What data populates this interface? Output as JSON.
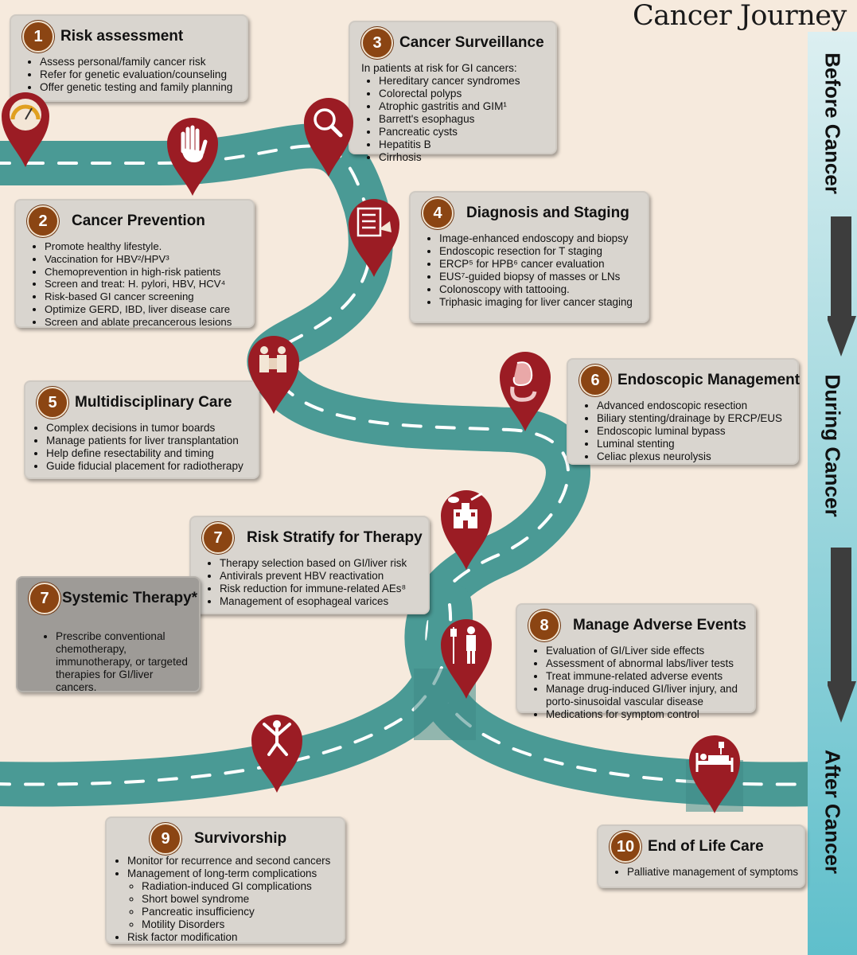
{
  "title": "Cancer Journey",
  "phases": [
    "Before Cancer",
    "During Cancer",
    "After Cancer"
  ],
  "colors": {
    "background": "#f6eadd",
    "road": "#4a9a95",
    "pin": "#9b1c24",
    "badge": "#8b4513",
    "card": "#d9d5cf"
  },
  "steps": {
    "risk_assessment": {
      "number": "1",
      "title": "Risk assessment",
      "items": [
        "Assess personal/family cancer risk",
        "Refer for genetic evaluation/counseling",
        "Offer genetic testing and family planning"
      ]
    },
    "cancer_prevention": {
      "number": "2",
      "title": "Cancer Prevention",
      "items": [
        "Promote healthy lifestyle.",
        "Vaccination for HBV²/HPV³",
        "Chemoprevention in high-risk patients",
        "Screen and treat: H. pylori, HBV, HCV⁴",
        "Risk-based GI cancer screening",
        "Optimize GERD, IBD, liver disease care",
        "Screen and ablate precancerous lesions"
      ]
    },
    "cancer_surveillance": {
      "number": "3",
      "title": "Cancer Surveillance",
      "intro": "In patients at risk for GI cancers:",
      "items": [
        "Hereditary cancer syndromes",
        "Colorectal polyps",
        "Atrophic gastritis and GIM¹",
        "Barrett's esophagus",
        "Pancreatic cysts",
        "Hepatitis B",
        "Cirrhosis"
      ]
    },
    "diagnosis_staging": {
      "number": "4",
      "title": "Diagnosis and Staging",
      "items": [
        "Image-enhanced endoscopy and biopsy",
        "Endoscopic resection for T staging",
        "ERCP⁵ for HPB⁶ cancer evaluation",
        "EUS⁷-guided biopsy of masses or LNs",
        "Colonoscopy with tattooing.",
        "Triphasic imaging for liver cancer  staging"
      ]
    },
    "multidisciplinary": {
      "number": "5",
      "title": "Multidisciplinary Care",
      "items": [
        "Complex decisions in tumor boards",
        "Manage patients for liver transplantation",
        "Help define resectability and timing",
        "Guide fiducial placement for radiotherapy"
      ]
    },
    "endoscopic_management": {
      "number": "6",
      "title": "Endoscopic Management",
      "items": [
        "Advanced endoscopic resection",
        "Biliary stenting/drainage by ERCP/EUS",
        "Endoscopic luminal bypass",
        "Luminal stenting",
        "Celiac plexus neurolysis"
      ]
    },
    "risk_stratify": {
      "number": "7",
      "title": "Risk Stratify for Therapy",
      "items": [
        "Therapy selection based on GI/liver risk",
        "Antivirals prevent HBV reactivation",
        "Risk reduction for immune-related AEs⁸",
        "Management of esophageal varices"
      ]
    },
    "systemic_therapy": {
      "number": "7",
      "title": "Systemic Therapy*",
      "items": [
        "Prescribe conventional\nchemotherapy,\nimmunotherapy, or targeted\ntherapies for GI/liver\ncancers."
      ]
    },
    "adverse_events": {
      "number": "8",
      "title": "Manage Adverse Events",
      "items": [
        "Evaluation of GI/Liver side effects",
        "Assessment of abnormal labs/liver tests",
        "Treat immune-related adverse events",
        "Manage drug-induced GI/liver injury, and\nporto-sinusoidal vascular disease",
        "Medications for symptom control"
      ]
    },
    "survivorship": {
      "number": "9",
      "title": "Survivorship",
      "items": [
        "Monitor for recurrence and second cancers",
        "Management of long-term complications"
      ],
      "subitems": [
        "Radiation-induced GI complications",
        "Short bowel syndrome",
        "Pancreatic insufficiency",
        "Motility Disorders"
      ],
      "last_item": "Risk factor modification"
    },
    "end_of_life": {
      "number": "10",
      "title": "End of Life Care",
      "items": [
        "Palliative management of symptoms"
      ]
    }
  },
  "pins": [
    {
      "name": "gauge-icon-pin"
    },
    {
      "name": "hand-stop-icon-pin"
    },
    {
      "name": "magnifier-icon-pin"
    },
    {
      "name": "clipboard-icon-pin"
    },
    {
      "name": "people-icon-pin"
    },
    {
      "name": "stomach-icon-pin"
    },
    {
      "name": "hospital-icon-pin"
    },
    {
      "name": "iv-patient-icon-pin"
    },
    {
      "name": "celebrate-person-icon-pin"
    },
    {
      "name": "hospital-bed-icon-pin"
    }
  ]
}
